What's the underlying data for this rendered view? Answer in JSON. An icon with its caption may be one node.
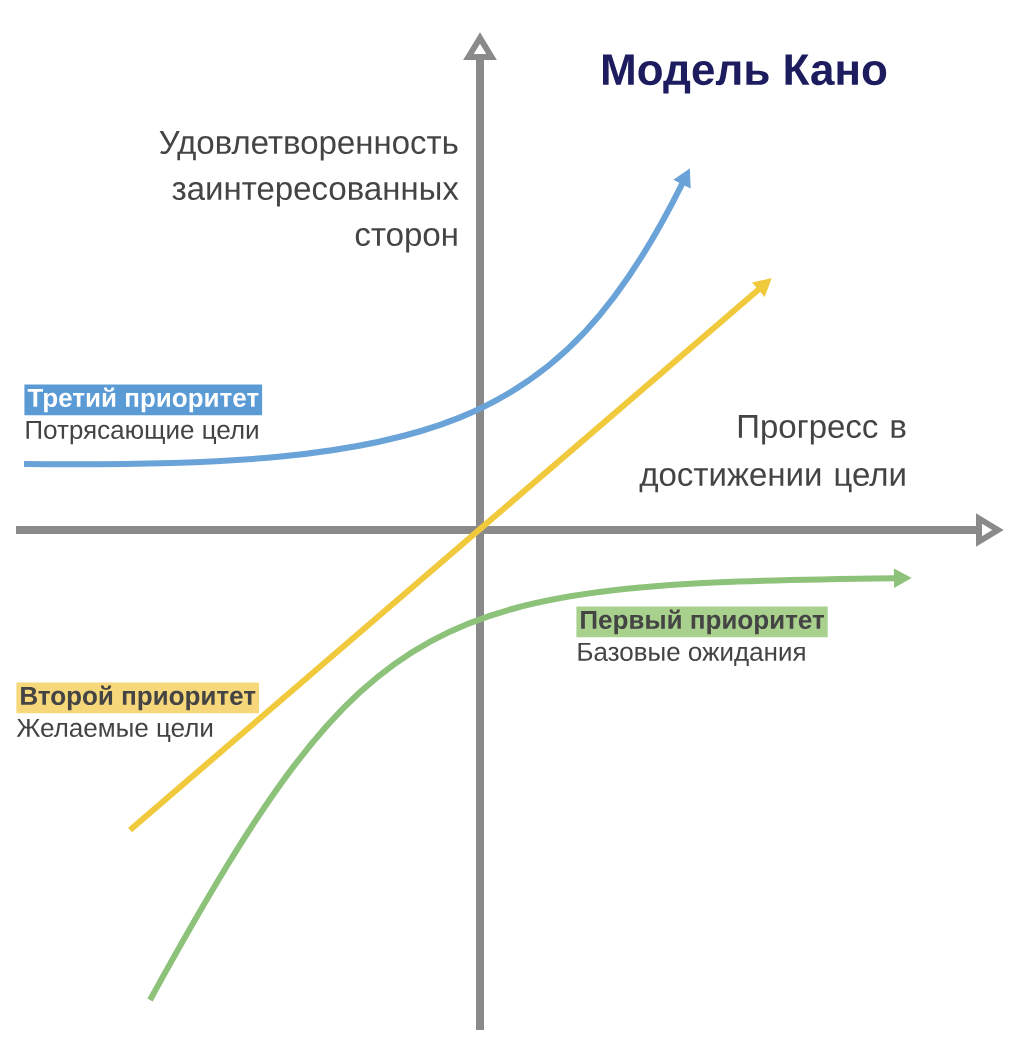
{
  "diagram": {
    "title": "Модель Кано",
    "nodes": [
      {
        "text": [
          "Третий приоритет",
          "Потрясающие цели"
        ]
      },
      {
        "text": [
          "Второй приоритет",
          "Желаемые цели"
        ]
      },
      {
        "text": [
          "Первый приоритет",
          "Базовые ожидания"
        ]
      }
    ],
    "labels": [
      "Удовлетворенность заинтересованных сторон",
      "Прогресс в достижении цели"
    ]
  }
}
